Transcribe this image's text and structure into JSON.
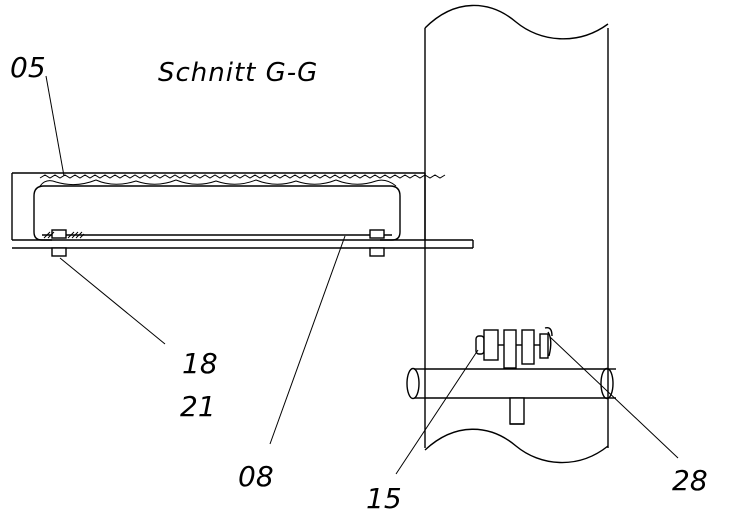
{
  "title": "Schnitt G-G",
  "labels": {
    "part_05": "05",
    "part_18": "18",
    "part_21": "21",
    "part_08": "08",
    "part_15": "15",
    "part_28": "28"
  },
  "colors": {
    "line": "#000000",
    "background": "#ffffff"
  }
}
